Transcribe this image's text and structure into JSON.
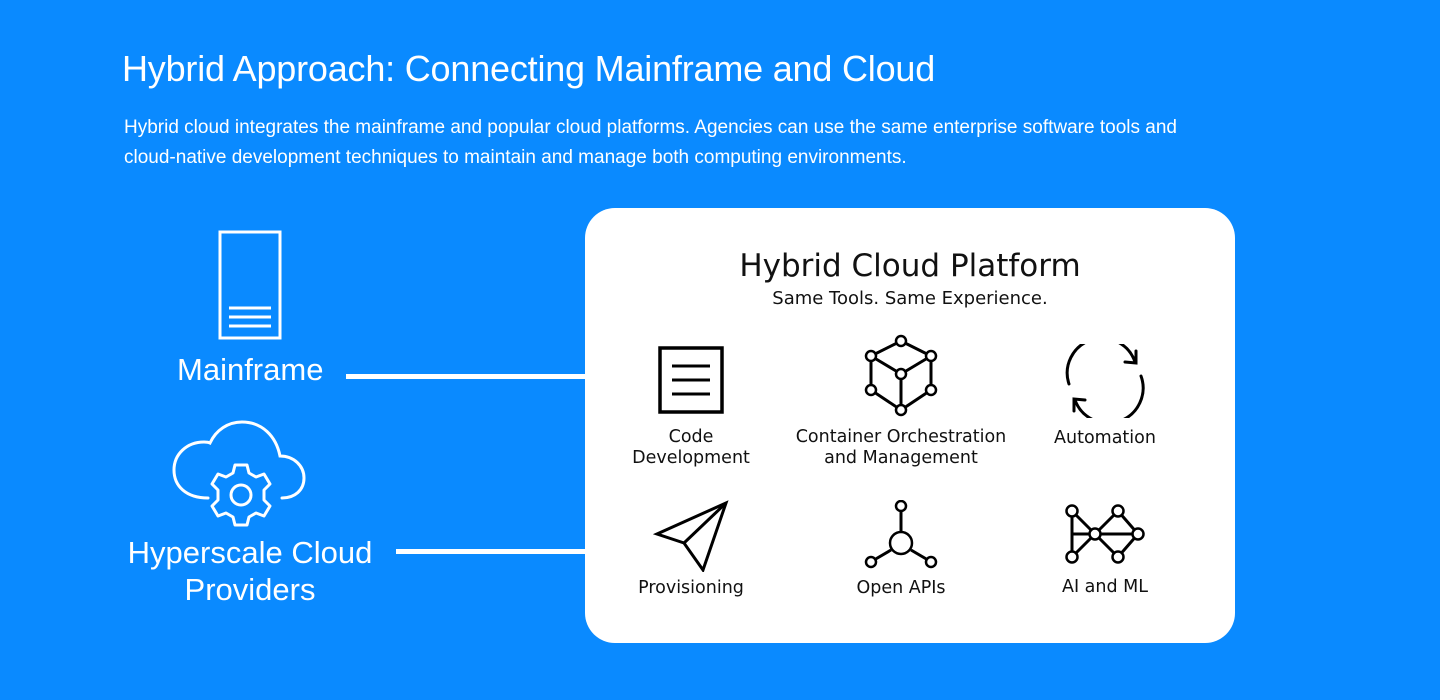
{
  "header": {
    "title": "Hybrid Approach: Connecting Mainframe and Cloud",
    "description": "Hybrid cloud integrates the mainframe and popular cloud platforms. Agencies can use the same enterprise software tools and cloud-native development techniques to maintain and manage both computing environments."
  },
  "sources": [
    {
      "label": "Mainframe",
      "icon": "mainframe-server-icon"
    },
    {
      "label": "Hyperscale Cloud Providers",
      "icon": "cloud-gear-icon"
    }
  ],
  "platform": {
    "title": "Hybrid Cloud Platform",
    "subtitle": "Same Tools. Same Experience.",
    "features": [
      {
        "label": "Code Development",
        "icon": "document-lines-icon"
      },
      {
        "label": "Container Orchestration and Management",
        "icon": "container-cube-icon"
      },
      {
        "label": "Automation",
        "icon": "cycle-arrows-icon"
      },
      {
        "label": "Provisioning",
        "icon": "paper-plane-icon"
      },
      {
        "label": "Open APIs",
        "icon": "api-hub-icon"
      },
      {
        "label": "AI and ML",
        "icon": "neural-network-icon"
      }
    ]
  },
  "colors": {
    "background": "#0a8aff",
    "card": "#ffffff",
    "text_on_blue": "#ffffff",
    "text_on_card": "#111111"
  }
}
